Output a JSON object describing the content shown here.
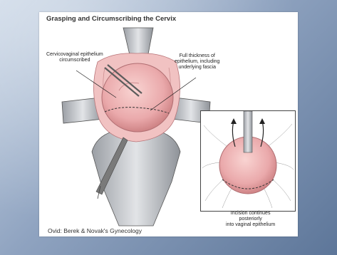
{
  "figure": {
    "title": "Grasping and Circumscribing the Cervix",
    "callouts": {
      "left": [
        "Cervicovaginal epithelium",
        "circumscribed"
      ],
      "right": [
        "Full thickness of",
        "epithelium, including",
        "underlying fascia"
      ],
      "inset": [
        "Incision continues",
        "posteriorly",
        "into vaginal epithelium"
      ]
    },
    "credit": "Ovid: Berek & Novak's Gynecology"
  },
  "colors": {
    "tissue": "#f2b8b8",
    "tissue_dark": "#d98c8f",
    "retractor": "#b8bcc2",
    "instrument": "#6e6e6e"
  }
}
